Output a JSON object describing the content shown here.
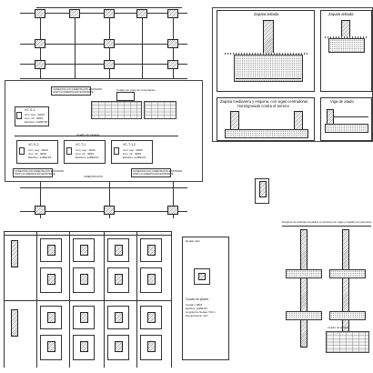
{
  "plan": {
    "legend_title_top": "CONEXION CON CIMENTACION EXISTENTE\nJUNTO A CIMENTACION EXISTENTE",
    "legend_title_left": "CONEXION CON CIMENTACION EXISTENTE\nJUNTO A CIMENTACION EXISTENTE",
    "legend_title_right": "CONEXION CON CIMENTACION EXISTENTE\nJUNTO A CIMENTACION EXISTENTE",
    "cuadro_zapatas": "Cuadro de zapatas",
    "cuadro_vigas": "Cuadro de vigas de cimentacion",
    "bottom_label": "CIMENTACION"
  },
  "cards": [
    {
      "title": "VC.S-1",
      "l1": "Arm. sup.: 2Ø16",
      "l2": "Arm. inf.: 2Ø16",
      "l3": "Estribos: 1xØ8c/30"
    },
    {
      "title": "VC.S-2",
      "l1": "Arm. sup.: 4Ø16",
      "l2": "Arm. inf.: 4Ø16",
      "l3": "Estribos: 1xØ8c/15"
    },
    {
      "title": "VC.T-1",
      "l1": "Arm. sup.: 4Ø16",
      "l2": "Arm. inf.: 4Ø16",
      "l3": "Estribos: 1xØ8c/15"
    },
    {
      "title": "VC.T-1.2",
      "l1": "Arm. sup.: 4Ø16",
      "l2": "Arm. inf.: 4Ø16",
      "l3": "Estribos: 1xØ8c/15"
    }
  ],
  "details": {
    "zapata_aislada": "Zapata aislada",
    "zapata_aislada_2": "Zapata aislada",
    "zapata_medianera": "Zapata medianera y esquina, con vigas centradoras.",
    "hormigonado": "Hormigonado contra el terreno",
    "viga_atado": "Viga de atado"
  },
  "pillars": {
    "label": "Detalle pilar",
    "cuadro": "Cuadro de pilares",
    "despiece": "Despiece de arranque de pilares en uniones con vigas y forjados con perimetro",
    "cuadro_armado": "Cuadro de armado"
  },
  "cuadro_pilares": {
    "l1": "Armado: 4Ø16",
    "l2": "Estribos: 1eØ8c/15",
    "l3": "Longitud de Solape: 50cm",
    "l4": "Recubrimiento: 3cm"
  }
}
